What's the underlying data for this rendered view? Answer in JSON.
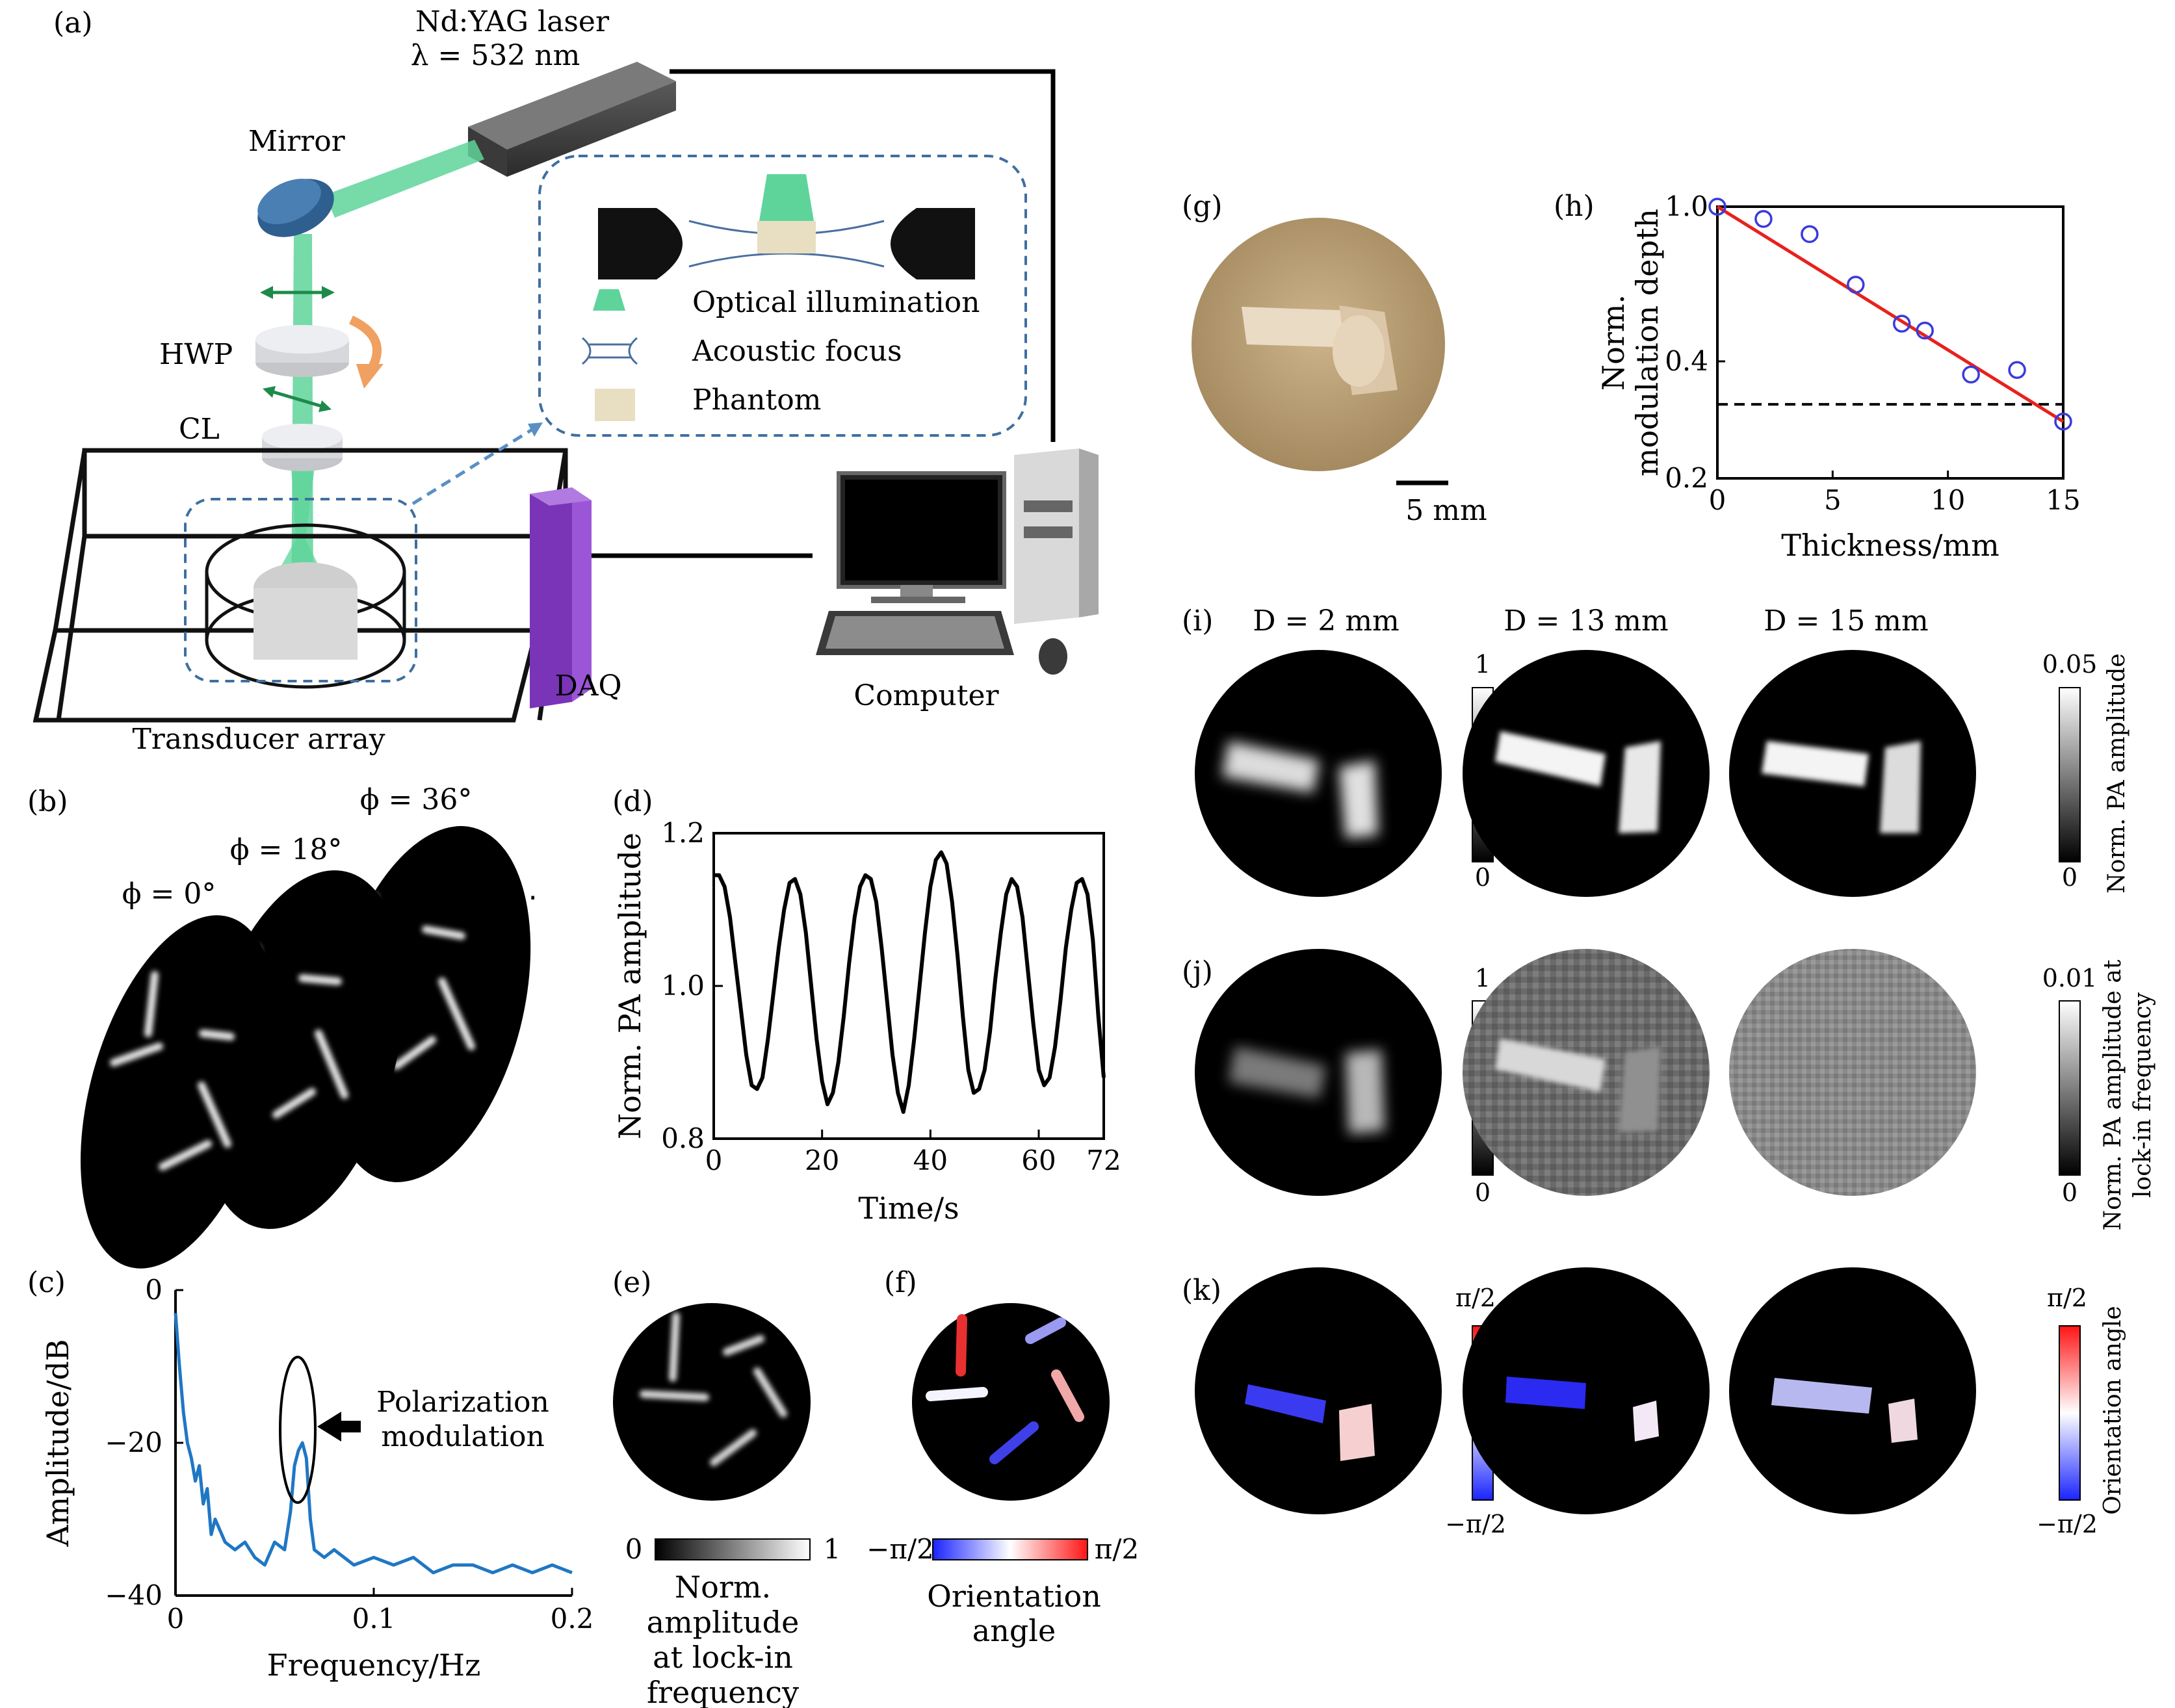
{
  "panels": {
    "a": "(a)",
    "b": "(b)",
    "c": "(c)",
    "d": "(d)",
    "e": "(e)",
    "f": "(f)",
    "g": "(g)",
    "h": "(h)",
    "i": "(i)",
    "j": "(j)",
    "k": "(k)"
  },
  "setup": {
    "laser_name": "Nd:YAG laser",
    "laser_wavelength": "λ = 532 nm",
    "mirror": "Mirror",
    "hwp": "HWP",
    "cl": "CL",
    "transducer": "Transducer array",
    "daq": "DAQ",
    "computer": "Computer",
    "legend": {
      "illumination": "Optical illumination",
      "acoustic": "Acoustic focus",
      "phantom": "Phantom"
    }
  },
  "panel_b": {
    "phi0": "ϕ = 0°",
    "phi18": "ϕ = 18°",
    "phi36": "ϕ = 36°",
    "ellipsis": "⋯"
  },
  "panel_c": {
    "annotation_line1": "Polarization",
    "annotation_line2": "modulation"
  },
  "panel_e": {
    "cb_min": "0",
    "cb_max": "1",
    "caption": [
      "Norm.",
      "amplitude",
      "at lock-in",
      "frequency"
    ]
  },
  "panel_f": {
    "cb_min": "−π/2",
    "cb_max": "π/2",
    "caption": [
      "Orientation",
      "angle"
    ]
  },
  "panel_g": {
    "scale_bar": "5 mm"
  },
  "panel_i": {
    "d2": "D = 2 mm",
    "d13": "D = 13 mm",
    "d15": "D = 15 mm",
    "cb1_max": "1",
    "cb1_min": "0",
    "cb2_max": "0.05",
    "cb2_min": "0",
    "cb_label": "Norm. PA amplitude"
  },
  "panel_j": {
    "cb1_max": "1",
    "cb1_min": "0",
    "cb2_max": "0.01",
    "cb2_min": "0",
    "cb_label_line1": "Norm. PA amplitude at",
    "cb_label_line2": "lock-in frequency"
  },
  "panel_k": {
    "cb_max": "π/2",
    "cb_min": "−π/2",
    "cb_label": "Orientation angle"
  },
  "colors": {
    "line_c": "#1f77c4",
    "line_d": "#000000",
    "fit_h": "#e8211c",
    "points_h": "#3a3adc",
    "laser_beam": "#5ed49a",
    "mirror": "#2f5f8f",
    "daq": "#8a3fc9"
  },
  "chart_data": [
    {
      "id": "c",
      "type": "line",
      "xlabel": "Frequency/Hz",
      "ylabel": "Amplitude/dB",
      "xlim": [
        0,
        0.2
      ],
      "ylim": [
        -40,
        0
      ],
      "xticks": [
        0,
        0.1,
        0.2
      ],
      "xtick_labels": [
        "0",
        "0.1",
        "0.2"
      ],
      "yticks": [
        0,
        -20,
        -40
      ],
      "ytick_labels": [
        "0",
        "−20",
        "−40"
      ],
      "x": [
        0.0,
        0.002,
        0.004,
        0.006,
        0.008,
        0.01,
        0.012,
        0.014,
        0.016,
        0.018,
        0.02,
        0.025,
        0.03,
        0.035,
        0.04,
        0.045,
        0.05,
        0.055,
        0.058,
        0.06,
        0.062,
        0.064,
        0.066,
        0.068,
        0.07,
        0.075,
        0.08,
        0.09,
        0.1,
        0.11,
        0.12,
        0.13,
        0.14,
        0.15,
        0.16,
        0.17,
        0.18,
        0.19,
        0.2
      ],
      "y": [
        -3,
        -10,
        -16,
        -20,
        -22,
        -25,
        -23,
        -28,
        -26,
        -32,
        -30,
        -33,
        -34,
        -33,
        -35,
        -36,
        -33,
        -34,
        -29,
        -23,
        -21,
        -20,
        -22,
        -30,
        -34,
        -35,
        -34,
        -36,
        -35,
        -36,
        -35,
        -37,
        -36,
        -36,
        -37,
        -36,
        -37,
        -36,
        -37
      ]
    },
    {
      "id": "d",
      "type": "line",
      "xlabel": "Time/s",
      "ylabel": "Norm. PA amplitude",
      "xlim": [
        0,
        72
      ],
      "ylim": [
        0.8,
        1.2
      ],
      "xticks": [
        0,
        20,
        40,
        60,
        72
      ],
      "xtick_labels": [
        "0",
        "20",
        "40",
        "60",
        "72"
      ],
      "yticks": [
        0.8,
        1.0,
        1.2
      ],
      "ytick_labels": [
        "0.8",
        "1.0",
        "1.2"
      ],
      "x": [
        0,
        1,
        2,
        3,
        4,
        5,
        6,
        7,
        8,
        9,
        10,
        11,
        12,
        13,
        14,
        15,
        16,
        17,
        18,
        19,
        20,
        21,
        22,
        23,
        24,
        25,
        26,
        27,
        28,
        29,
        30,
        31,
        32,
        33,
        34,
        35,
        36,
        37,
        38,
        39,
        40,
        41,
        42,
        43,
        44,
        45,
        46,
        47,
        48,
        49,
        50,
        51,
        52,
        53,
        54,
        55,
        56,
        57,
        58,
        59,
        60,
        61,
        62,
        63,
        64,
        65,
        66,
        67,
        68,
        69,
        70,
        71,
        72
      ],
      "y": [
        1.145,
        1.145,
        1.13,
        1.09,
        1.03,
        0.97,
        0.91,
        0.87,
        0.865,
        0.88,
        0.93,
        0.99,
        1.05,
        1.1,
        1.135,
        1.14,
        1.12,
        1.07,
        1.0,
        0.93,
        0.875,
        0.845,
        0.86,
        0.9,
        0.96,
        1.03,
        1.09,
        1.13,
        1.145,
        1.14,
        1.11,
        1.05,
        0.98,
        0.91,
        0.86,
        0.835,
        0.87,
        0.93,
        1.0,
        1.07,
        1.13,
        1.165,
        1.175,
        1.16,
        1.11,
        1.04,
        0.96,
        0.89,
        0.86,
        0.865,
        0.89,
        0.94,
        1.01,
        1.07,
        1.12,
        1.14,
        1.13,
        1.09,
        1.02,
        0.95,
        0.89,
        0.87,
        0.88,
        0.92,
        0.98,
        1.05,
        1.1,
        1.135,
        1.14,
        1.12,
        1.06,
        0.96,
        0.88
      ]
    },
    {
      "id": "h",
      "type": "scatter",
      "xlabel": "Thickness/mm",
      "ylabel": "Norm. modulation depth",
      "xlim": [
        0,
        15
      ],
      "ylim": [
        0.2,
        1.0
      ],
      "yscale": "log",
      "xticks": [
        0,
        5,
        10,
        15
      ],
      "xtick_labels": [
        "0",
        "5",
        "10",
        "15"
      ],
      "yticks": [
        0.2,
        0.4,
        1.0
      ],
      "ytick_labels": [
        "0.2",
        "0.4",
        "1.0"
      ],
      "points": [
        [
          0,
          1.0
        ],
        [
          2,
          0.93
        ],
        [
          4,
          0.85
        ],
        [
          6,
          0.63
        ],
        [
          8,
          0.5
        ],
        [
          9,
          0.48
        ],
        [
          11,
          0.37
        ],
        [
          13,
          0.38
        ],
        [
          15,
          0.28
        ]
      ],
      "fit_line": [
        [
          0,
          1.0
        ],
        [
          15,
          0.28
        ]
      ],
      "threshold": 0.31
    }
  ]
}
